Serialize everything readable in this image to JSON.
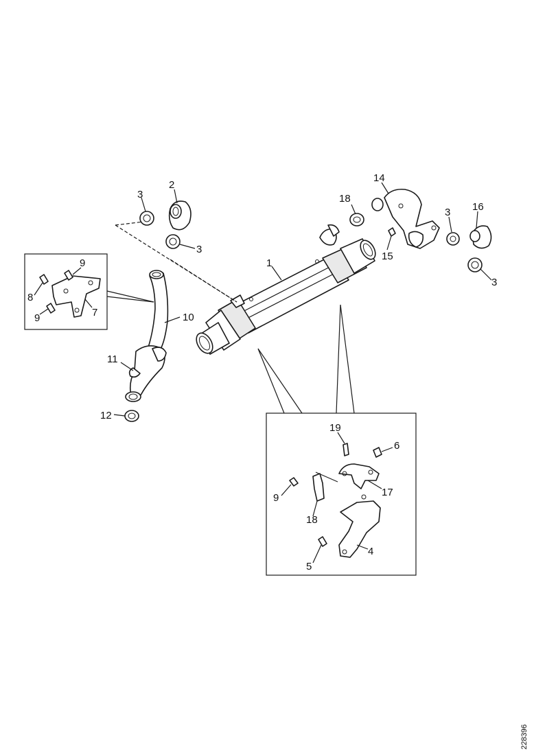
{
  "callouts": [
    {
      "id": "c-2",
      "text": "2"
    },
    {
      "id": "c-3a",
      "text": "3"
    },
    {
      "id": "c-3b",
      "text": "3"
    },
    {
      "id": "c-1",
      "text": "1"
    },
    {
      "id": "c-18a",
      "text": "18"
    },
    {
      "id": "c-14",
      "text": "14"
    },
    {
      "id": "c-3c",
      "text": "3"
    },
    {
      "id": "c-16",
      "text": "16"
    },
    {
      "id": "c-15",
      "text": "15"
    },
    {
      "id": "c-3d",
      "text": "3"
    },
    {
      "id": "c-9a",
      "text": "9"
    },
    {
      "id": "c-8a",
      "text": "8"
    },
    {
      "id": "c-9b",
      "text": "9"
    },
    {
      "id": "c-7",
      "text": "7"
    },
    {
      "id": "c-10",
      "text": "10"
    },
    {
      "id": "c-11",
      "text": "11"
    },
    {
      "id": "c-12",
      "text": "12"
    },
    {
      "id": "c-19",
      "text": "19"
    },
    {
      "id": "c-6",
      "text": "6"
    },
    {
      "id": "c-9c",
      "text": "9"
    },
    {
      "id": "c-17",
      "text": "17"
    },
    {
      "id": "c-18b",
      "text": "18"
    },
    {
      "id": "c-5",
      "text": "5"
    },
    {
      "id": "c-4",
      "text": "4"
    }
  ],
  "drawing_code": "228396"
}
